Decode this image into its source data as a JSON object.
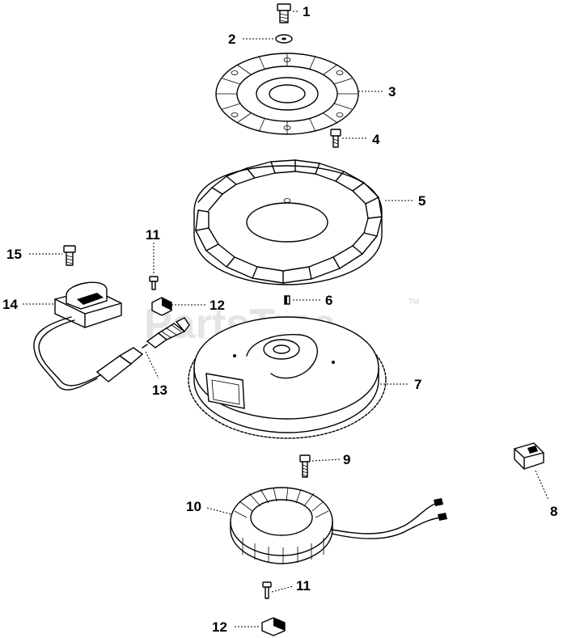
{
  "watermark": {
    "text": "PartsTree",
    "trademark": "TM"
  },
  "callouts": [
    {
      "id": "c1",
      "label": "1"
    },
    {
      "id": "c2",
      "label": "2"
    },
    {
      "id": "c3",
      "label": "3"
    },
    {
      "id": "c4",
      "label": "4"
    },
    {
      "id": "c5",
      "label": "5"
    },
    {
      "id": "c6",
      "label": "6"
    },
    {
      "id": "c7",
      "label": "7"
    },
    {
      "id": "c8",
      "label": "8"
    },
    {
      "id": "c9",
      "label": "9"
    },
    {
      "id": "c10",
      "label": "10"
    },
    {
      "id": "c11a",
      "label": "11"
    },
    {
      "id": "c11b",
      "label": "11"
    },
    {
      "id": "c12a",
      "label": "12"
    },
    {
      "id": "c12b",
      "label": "12"
    },
    {
      "id": "c13",
      "label": "13"
    },
    {
      "id": "c14",
      "label": "14"
    },
    {
      "id": "c15",
      "label": "15"
    }
  ],
  "colors": {
    "ink": "#000000",
    "background": "#ffffff",
    "watermark": "#d9d9d9"
  }
}
